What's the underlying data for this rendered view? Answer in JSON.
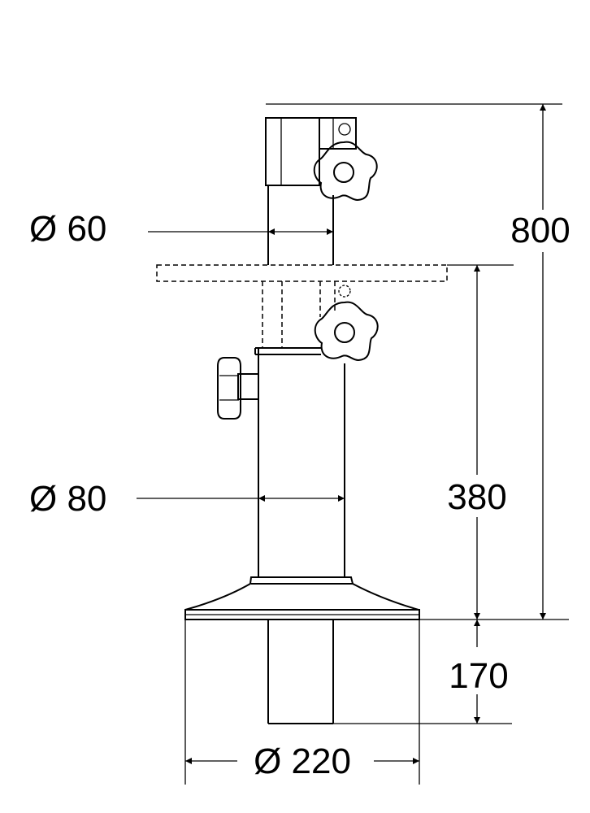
{
  "dimensions": {
    "tube_diameter": "Ø 60",
    "column_diameter": "Ø 80",
    "base_diameter": "Ø 220",
    "total_height": "800",
    "column_height": "380",
    "base_height": "170"
  }
}
